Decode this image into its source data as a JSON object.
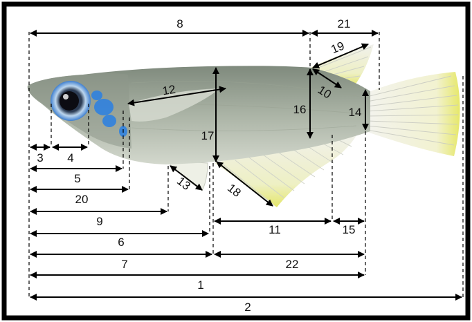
{
  "colors": {
    "border": "#000000",
    "arrow": "#000000",
    "body_top": "#8f9a8c",
    "body_bottom": "#c9cfc3",
    "fin_tip": "#e8ea6a",
    "eye_iris": "#9ec4e6",
    "eye_blue": "#2a7fe0"
  },
  "labels": {
    "m1": "1",
    "m2": "2",
    "m3": "3",
    "m4": "4",
    "m5": "5",
    "m6": "6",
    "m7": "7",
    "m8": "8",
    "m9": "9",
    "m10": "10",
    "m11": "11",
    "m12": "12",
    "m13": "13",
    "m14": "14",
    "m15": "15",
    "m16": "16",
    "m17": "17",
    "m18": "18",
    "m19": "19",
    "m20": "20",
    "m21": "21",
    "m22": "22"
  }
}
